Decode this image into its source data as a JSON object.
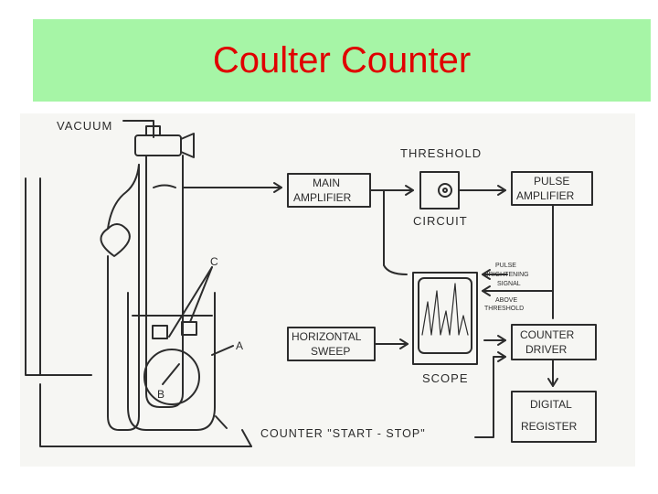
{
  "title": "Coulter Counter",
  "labels": {
    "vacuum": "VACUUM",
    "threshold": "THRESHOLD",
    "circuit": "CIRCUIT",
    "main_amplifier": [
      "MAIN",
      "AMPLIFIER"
    ],
    "pulse_amplifier": [
      "PULSE",
      "AMPLIFIER"
    ],
    "pulse_brightening": [
      "PULSE",
      "BRIGHTENING",
      "SIGNAL"
    ],
    "above_threshold": [
      "ABOVE",
      "THRESHOLD"
    ],
    "horizontal_sweep": [
      "HORIZONTAL",
      "SWEEP"
    ],
    "scope": "SCOPE",
    "counter_driver": [
      "COUNTER",
      "DRIVER"
    ],
    "digital_register": [
      "DIGITAL",
      "REGISTER"
    ],
    "counter_start_stop": "COUNTER \"START - STOP\"",
    "c": "C",
    "a": "A",
    "b": "B"
  },
  "colors": {
    "banner": "#a6f5a6",
    "title": "#e00000",
    "ink": "#2c2c2c",
    "paper": "#f6f6f3"
  }
}
